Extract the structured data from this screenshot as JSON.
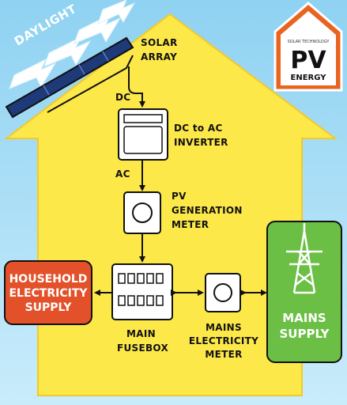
{
  "labels": {
    "daylight": "DAYLIGHT",
    "solar_array": [
      "SOLAR",
      "ARRAY"
    ],
    "dc": "DC",
    "ac": "AC",
    "inverter": [
      "DC to AC",
      "INVERTER"
    ],
    "pv_meter": [
      "PV",
      "GENERATION",
      "METER"
    ],
    "household": [
      "HOUSEHOLD",
      "ELECTRICITY",
      "SUPPLY"
    ],
    "fusebox": [
      "MAIN",
      "FUSEBOX"
    ],
    "mains_meter": [
      "MAINS",
      "ELECTRICITY",
      "METER"
    ],
    "mains_supply": [
      "MAINS",
      "SUPPLY"
    ]
  },
  "logo": {
    "tagline": "SOLAR TECHNOLOGY",
    "brand": "PV",
    "sub": "ENERGY"
  },
  "colors": {
    "sky": "#9fd9f5",
    "house": "#fde84a",
    "household_box": "#e2512a",
    "mains_box": "#6bbf45",
    "logo_accent": "#e8641f"
  }
}
